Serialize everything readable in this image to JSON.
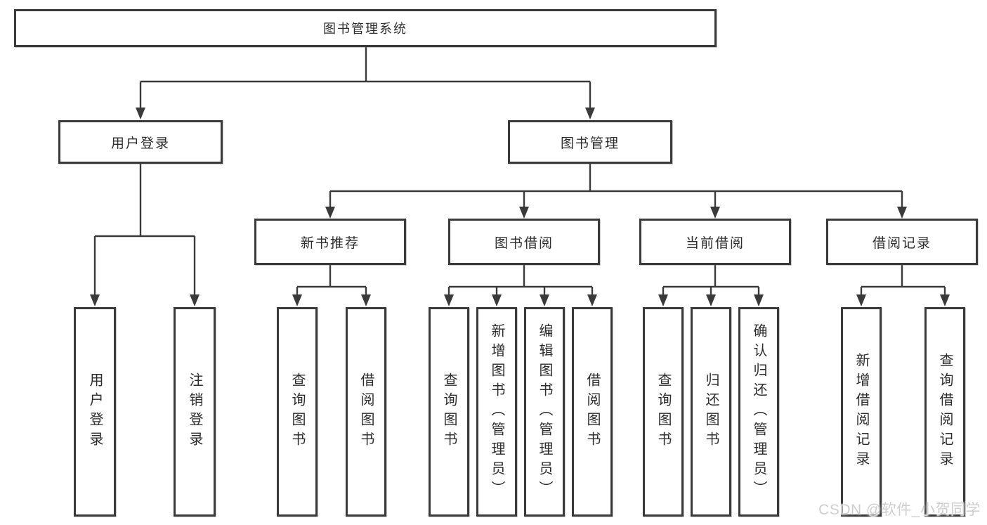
{
  "root": {
    "label": "图书管理系统"
  },
  "level2": [
    {
      "label": "用户登录"
    },
    {
      "label": "图书管理"
    }
  ],
  "level3": [
    {
      "label": "新书推荐"
    },
    {
      "label": "图书借阅"
    },
    {
      "label": "当前借阅"
    },
    {
      "label": "借阅记录"
    }
  ],
  "leaves": {
    "user_login": [
      "用户登录",
      "注销登录"
    ],
    "new_book": [
      "查询图书",
      "借阅图书"
    ],
    "book_borrow": [
      "查询图书",
      "新增图书（管理员）",
      "编辑图书（管理员）",
      "借阅图书"
    ],
    "current_borrow": [
      "查询图书",
      "归还图书",
      "确认归还（管理员）"
    ],
    "borrow_records": [
      "新增借阅记录",
      "查询借阅记录"
    ]
  },
  "watermark": {
    "text": "CSDN @软件_小贺同学",
    "color": "#cbcbcb"
  },
  "colors": {
    "line": "#3a3a3a",
    "box_border": "#3a3a3a",
    "text": "#2d2d2d",
    "background": "#ffffff"
  }
}
